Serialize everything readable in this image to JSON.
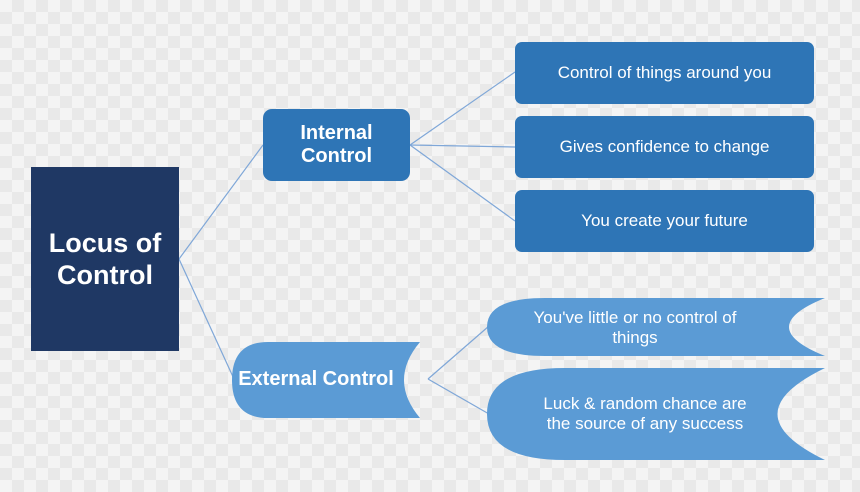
{
  "diagram": {
    "root": {
      "label": "Locus of Control"
    },
    "internal": {
      "label": "Internal Control",
      "children": [
        "Control of things around you",
        "Gives confidence to change",
        "You create your future"
      ]
    },
    "external": {
      "label": "External Control",
      "children": [
        "You've little or no control of things",
        "Luck & random chance are the source of any success"
      ]
    }
  },
  "colors": {
    "root_fill": "#1f3864",
    "internal_fill": "#2e75b6",
    "external_fill": "#5b9bd5",
    "connector": "#7fa7d8",
    "background": "#f4f4f4"
  }
}
